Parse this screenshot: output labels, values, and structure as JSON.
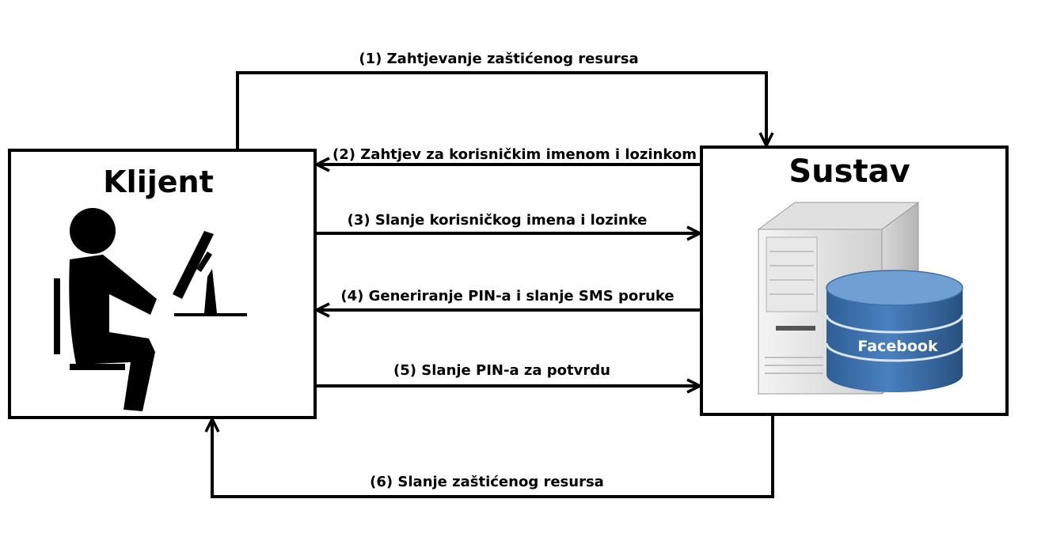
{
  "colors": {
    "line": "#000000",
    "background": "#ffffff",
    "db_body": "#3d6fa8",
    "db_top": "#6f9fd3",
    "server_body": "#e3e3e3"
  },
  "client": {
    "title": "Klijent",
    "icon": "person-at-computer-icon"
  },
  "system": {
    "title": "Sustav",
    "server_icon": "server-tower-icon",
    "database_icon": "database-icon",
    "database_label": "Facebook"
  },
  "flows": [
    {
      "label": "(1) Zahtjevanje zaštićenog resursa",
      "from": "client",
      "to": "system"
    },
    {
      "label": "(2) Zahtjev za korisničkim imenom i lozinkom",
      "from": "system",
      "to": "client"
    },
    {
      "label": "(3) Slanje korisničkog imena i lozinke",
      "from": "client",
      "to": "system"
    },
    {
      "label": "(4) Generiranje PIN-a i slanje SMS poruke",
      "from": "system",
      "to": "client"
    },
    {
      "label": "(5) Slanje PIN-a za potvrdu",
      "from": "client",
      "to": "system"
    },
    {
      "label": "(6) Slanje zaštićenog resursa",
      "from": "system",
      "to": "client"
    }
  ]
}
